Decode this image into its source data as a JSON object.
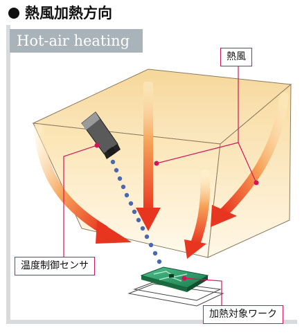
{
  "title": {
    "japanese": "熱風加熱方向",
    "english": "Hot-air heating"
  },
  "labels": {
    "hot_air": "熱風",
    "temperature_sensor": "温度制御センサ",
    "workpiece": "加熱対象ワーク"
  },
  "colors": {
    "accent_line": "#d4145a",
    "arrow_start": "#fff4d0",
    "arrow_end": "#e8351f",
    "sensor_dots": "#4a67b0",
    "side_bar": "#d9dadc",
    "title_band": "#a9b3ba"
  }
}
